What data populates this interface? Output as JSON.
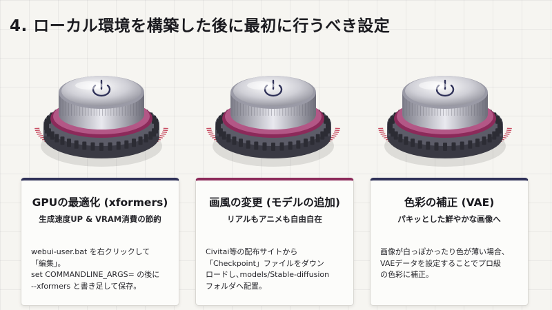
{
  "page": {
    "title": "4. ローカル環境を構築した後に最初に行うべき設定"
  },
  "colors": {
    "navy": "#2f3158",
    "magenta": "#8c2a5a",
    "tick_red": "#c0304a"
  },
  "cards": [
    {
      "title": "GPUの最適化 (xformers)",
      "subtitle": "生成速度UP & VRAM消費の節約",
      "lines": [
        "webui-user.bat を右クリックして",
        "「編集」。",
        "set COMMANDLINE_ARGS= の後に",
        "--xformers と書き足して保存。"
      ]
    },
    {
      "title": "画風の変更 (モデルの追加)",
      "subtitle": "リアルもアニメも自由自在",
      "lines": [
        "Civitai等の配布サイトから",
        "「Checkpoint」ファイルをダウン",
        "ロードし､models/Stable-diffusion",
        "フォルダへ配置。"
      ]
    },
    {
      "title": "色彩の補正 (VAE)",
      "subtitle": "パキッとした鮮やかな画像へ",
      "lines": [
        "画像が白っぽかったり色が薄い場合､",
        "VAEデータを設定することでプロ級",
        "の色彩に補正。"
      ]
    }
  ],
  "icons": {
    "knob": "power-knob-icon"
  }
}
